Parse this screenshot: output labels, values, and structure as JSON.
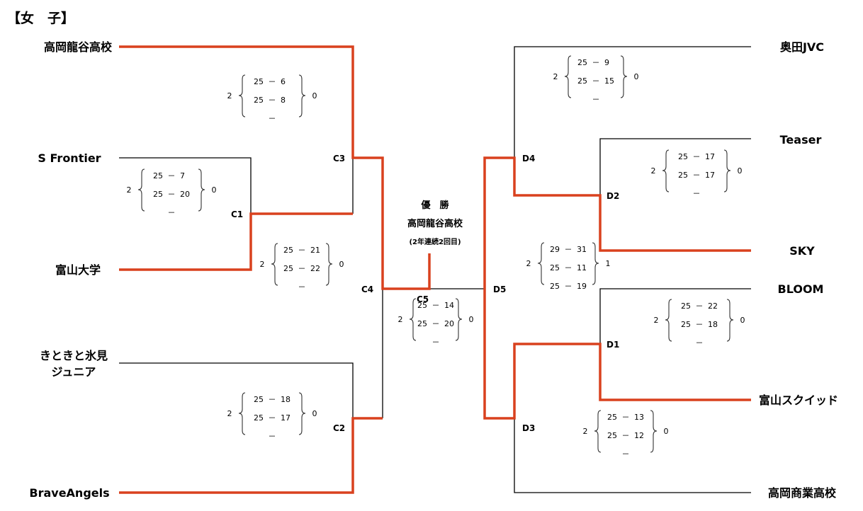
{
  "title": "【女　子】",
  "colors": {
    "winner": "#d9411e",
    "line": "#000000",
    "bracket": "#555555"
  },
  "teams": {
    "L1": "高岡龍谷高校",
    "L2": "S Frontier",
    "L3": "富山大学",
    "L4a": "きときと氷見",
    "L4b": "ジュニア",
    "L5": "BraveAngels",
    "R1": "奥田JVC",
    "R2": "Teaser",
    "R3": "SKY",
    "R4": "BLOOM",
    "R5": "富山スクイッド",
    "R6": "高岡商業高校"
  },
  "matches": {
    "C1": "C1",
    "C2": "C2",
    "C3": "C3",
    "C4": "C4",
    "C5": "C5",
    "D1": "D1",
    "D2": "D2",
    "D3": "D3",
    "D4": "D4",
    "D5": "D5"
  },
  "champion": {
    "label": "優　勝",
    "team": "高岡龍谷高校",
    "note": "(2年連続2回目)"
  },
  "scores": {
    "C3": {
      "left": "2",
      "right": "0",
      "sets": [
        [
          "25",
          "6"
        ],
        [
          "25",
          "8"
        ],
        [
          "",
          ""
        ]
      ]
    },
    "C1": {
      "left": "2",
      "right": "0",
      "sets": [
        [
          "25",
          "7"
        ],
        [
          "25",
          "20"
        ],
        [
          "",
          ""
        ]
      ]
    },
    "C4": {
      "left": "2",
      "right": "0",
      "sets": [
        [
          "25",
          "21"
        ],
        [
          "25",
          "22"
        ],
        [
          "",
          ""
        ]
      ]
    },
    "C2": {
      "left": "2",
      "right": "0",
      "sets": [
        [
          "25",
          "18"
        ],
        [
          "25",
          "17"
        ],
        [
          "",
          ""
        ]
      ]
    },
    "C5": {
      "left": "2",
      "right": "0",
      "sets": [
        [
          "25",
          "14"
        ],
        [
          "25",
          "20"
        ],
        [
          "",
          ""
        ]
      ]
    },
    "D4": {
      "left": "2",
      "right": "0",
      "sets": [
        [
          "25",
          "9"
        ],
        [
          "25",
          "15"
        ],
        [
          "",
          ""
        ]
      ]
    },
    "D2": {
      "left": "2",
      "right": "0",
      "sets": [
        [
          "25",
          "17"
        ],
        [
          "25",
          "17"
        ],
        [
          "",
          ""
        ]
      ]
    },
    "D5": {
      "left": "2",
      "right": "1",
      "sets": [
        [
          "29",
          "31"
        ],
        [
          "25",
          "11"
        ],
        [
          "25",
          "19"
        ]
      ]
    },
    "D1": {
      "left": "2",
      "right": "0",
      "sets": [
        [
          "25",
          "22"
        ],
        [
          "25",
          "18"
        ],
        [
          "",
          ""
        ]
      ]
    },
    "D3": {
      "left": "2",
      "right": "0",
      "sets": [
        [
          "25",
          "13"
        ],
        [
          "25",
          "12"
        ],
        [
          "",
          ""
        ]
      ]
    }
  },
  "dash": "－"
}
